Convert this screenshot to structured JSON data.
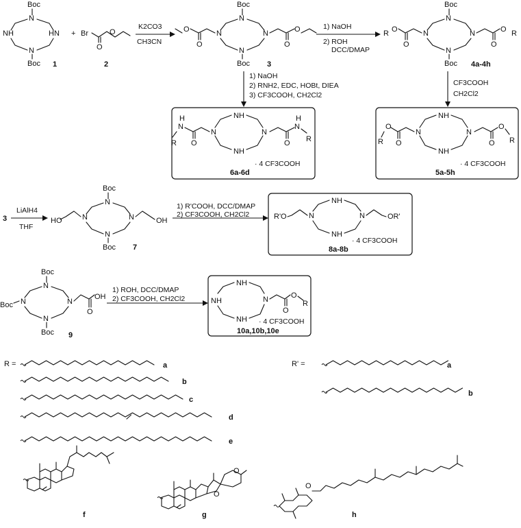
{
  "compounds": {
    "c1": "1",
    "c2": "2",
    "c3": "3",
    "c4": "4a-4h",
    "c5": "5a-5h",
    "c6": "6a-6d",
    "c7": "7",
    "c8": "8a-8b",
    "c9": "9",
    "c10": "10a,10b,10e"
  },
  "atoms": {
    "boc": "Boc",
    "nh": "NH",
    "hn": "HN",
    "n": "N",
    "h": "H",
    "br": "Br",
    "o": "O",
    "oh": "OH",
    "ho": "HO",
    "r": "R",
    "ro": "R'O",
    "or": "OR'",
    "plus": "+"
  },
  "salt": "· 4 CF3COOH",
  "conditions": {
    "step1": [
      "K2CO3",
      "CH3CN"
    ],
    "step2": [
      "1) NaOH",
      "2) ROH",
      "DCC/DMAP"
    ],
    "step3": [
      "1) NaOH",
      "2) RNH2, EDC, HOBt, DIEA",
      "3) CF3COOH, CH2Cl2"
    ],
    "step4": [
      "CF3COOH",
      "CH2Cl2"
    ],
    "step5": [
      "LiAlH4",
      "THF"
    ],
    "step6": [
      "1) R'COOH, DCC/DMAP",
      "2) CF3COOH, CH2Cl2"
    ],
    "step7": [
      "1) ROH, DCC/DMAP",
      "2) CF3COOH, CH2Cl2"
    ]
  },
  "substituents": {
    "r_label": "R =",
    "rp_label": "R' =",
    "r_letters": [
      "a",
      "b",
      "c",
      "d",
      "e",
      "f",
      "g",
      "h"
    ],
    "rp_letters": [
      "a",
      "b"
    ]
  }
}
